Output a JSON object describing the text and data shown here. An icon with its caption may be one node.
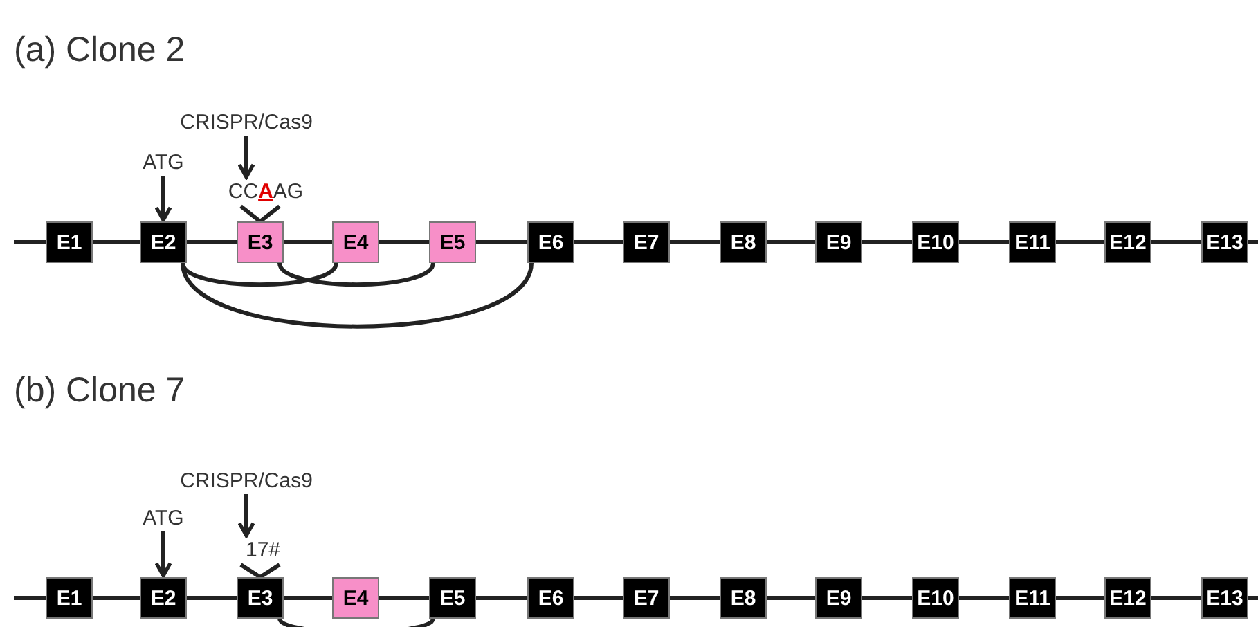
{
  "diagram": {
    "nodes": [
      {
        "text": [
          "CRISPR/Cas9"
        ]
      },
      {
        "text": [
          "ATG"
        ]
      },
      {
        "text": [
          "CC**A**AG"
        ]
      },
      {
        "text": [
          "E1"
        ]
      },
      {
        "text": [
          "E2"
        ]
      },
      {
        "text": [
          "E3"
        ]
      },
      {
        "text": [
          "E4"
        ]
      },
      {
        "text": [
          "E5"
        ]
      },
      {
        "text": [
          "E6"
        ]
      },
      {
        "text": [
          "E7"
        ]
      },
      {
        "text": [
          "E8"
        ]
      },
      {
        "text": [
          "E9"
        ]
      },
      {
        "text": [
          "E10"
        ]
      },
      {
        "text": [
          "E11"
        ]
      },
      {
        "text": [
          "E12"
        ]
      },
      {
        "text": [
          "E13"
        ]
      },
      {
        "text": [
          "CRISPR/Cas9"
        ]
      },
      {
        "text": [
          "ATG"
        ]
      },
      {
        "text": [
          "17#"
        ]
      },
      {
        "text": [
          "E1"
        ]
      },
      {
        "text": [
          "E2"
        ]
      },
      {
        "text": [
          "E3"
        ]
      },
      {
        "text": [
          "E4"
        ]
      },
      {
        "text": [
          "E5"
        ]
      },
      {
        "text": [
          "E6"
        ]
      },
      {
        "text": [
          "E7"
        ]
      },
      {
        "text": [
          "E8"
        ]
      },
      {
        "text": [
          "E9"
        ]
      },
      {
        "text": [
          "E10"
        ]
      },
      {
        "text": [
          "E11"
        ]
      },
      {
        "text": [
          "E12"
        ]
      },
      {
        "text": [
          "E13"
        ]
      }
    ],
    "edges": [
      {
        "from": 0,
        "to": 2,
        "arrow": "to"
      },
      {
        "from": 1,
        "to": 4,
        "arrow": "to"
      },
      {
        "from": 2,
        "to": 5,
        "arrow": "none"
      },
      {
        "from": 4,
        "to": 6,
        "arrow": "none"
      },
      {
        "from": 5,
        "to": 7,
        "arrow": "none"
      },
      {
        "from": 4,
        "to": 8,
        "arrow": "none"
      },
      {
        "from": 3,
        "to": 4,
        "arrow": "none"
      },
      {
        "from": 4,
        "to": 5,
        "arrow": "none"
      },
      {
        "from": 5,
        "to": 6,
        "arrow": "none"
      },
      {
        "from": 6,
        "to": 7,
        "arrow": "none"
      },
      {
        "from": 7,
        "to": 8,
        "arrow": "none"
      },
      {
        "from": 8,
        "to": 9,
        "arrow": "none"
      },
      {
        "from": 9,
        "to": 10,
        "arrow": "none"
      },
      {
        "from": 10,
        "to": 11,
        "arrow": "none"
      },
      {
        "from": 11,
        "to": 12,
        "arrow": "none"
      },
      {
        "from": 12,
        "to": 13,
        "arrow": "none"
      },
      {
        "from": 13,
        "to": 14,
        "arrow": "none"
      },
      {
        "from": 14,
        "to": 15,
        "arrow": "none"
      },
      {
        "from": 16,
        "to": 18,
        "arrow": "to"
      },
      {
        "from": 17,
        "to": 20,
        "arrow": "to"
      },
      {
        "from": 18,
        "to": 21,
        "arrow": "none"
      },
      {
        "from": 21,
        "to": 23,
        "arrow": "none"
      },
      {
        "from": 19,
        "to": 20,
        "arrow": "none"
      },
      {
        "from": 20,
        "to": 21,
        "arrow": "none"
      },
      {
        "from": 21,
        "to": 22,
        "arrow": "none"
      },
      {
        "from": 22,
        "to": 23,
        "arrow": "none"
      },
      {
        "from": 23,
        "to": 24,
        "arrow": "none"
      },
      {
        "from": 24,
        "to": 25,
        "arrow": "none"
      },
      {
        "from": 25,
        "to": 26,
        "arrow": "none"
      },
      {
        "from": 26,
        "to": 27,
        "arrow": "none"
      },
      {
        "from": 27,
        "to": 28,
        "arrow": "none"
      },
      {
        "from": 28,
        "to": 29,
        "arrow": "none"
      },
      {
        "from": 29,
        "to": 30,
        "arrow": "none"
      },
      {
        "from": 30,
        "to": 31,
        "arrow": "none"
      }
    ],
    "labels": [
      "(a) Clone 2",
      "(b) Clone 7"
    ]
  }
}
